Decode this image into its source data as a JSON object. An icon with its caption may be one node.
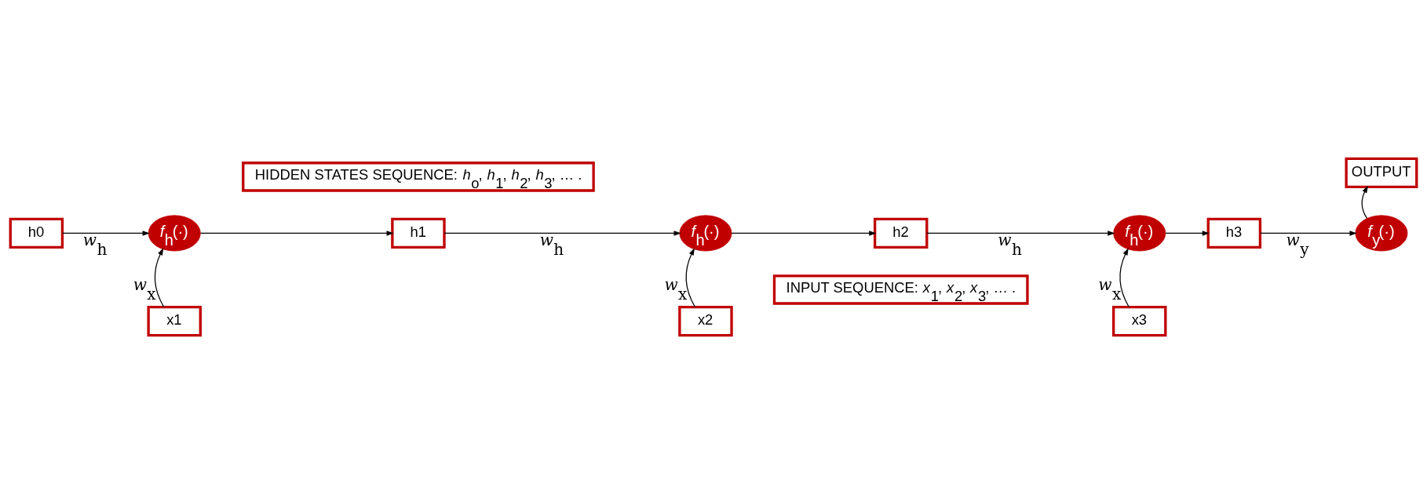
{
  "diagram": {
    "nodes": [
      {
        "text": [
          "HIDDEN STATES SEQUENCE: *h*$_{o}$, *h*$_{1}$, *h*$_{2}$, *h*$_{3}$, … ."
        ]
      },
      {
        "text": [
          "OUTPUT"
        ]
      },
      {
        "text": [
          "h0"
        ]
      },
      {
        "text": [
          "*f*$_{h}$(·)"
        ]
      },
      {
        "text": [
          "h1"
        ]
      },
      {
        "text": [
          "*f*$_{h}$(·)"
        ]
      },
      {
        "text": [
          "h2"
        ]
      },
      {
        "text": [
          "*f*$_{h}$(·)"
        ]
      },
      {
        "text": [
          "h3"
        ]
      },
      {
        "text": [
          "*f*$_{y}$(·)"
        ]
      },
      {
        "text": [
          "x1"
        ]
      },
      {
        "text": [
          "x2"
        ]
      },
      {
        "text": [
          "x3"
        ]
      },
      {
        "text": [
          "INPUT SEQUENCE: *x*$_{1}$, *x*$_{2}$, *x*$_{3}$, … ."
        ]
      }
    ],
    "edges": [
      {
        "from": 2,
        "to": 3,
        "arrow": "to",
        "label": "*w*$_{h}$"
      },
      {
        "from": 3,
        "to": 4,
        "arrow": "to"
      },
      {
        "from": 4,
        "to": 5,
        "arrow": "to",
        "label": "*w*$_{h}$"
      },
      {
        "from": 5,
        "to": 6,
        "arrow": "to"
      },
      {
        "from": 6,
        "to": 7,
        "arrow": "to",
        "label": "*w*$_{h}$"
      },
      {
        "from": 7,
        "to": 8,
        "arrow": "to"
      },
      {
        "from": 8,
        "to": 9,
        "arrow": "to",
        "label": "*w*$_{y}$"
      },
      {
        "from": 9,
        "to": 1,
        "arrow": "to"
      },
      {
        "from": 10,
        "to": 3,
        "arrow": "to",
        "label": "*w*$_{x}$"
      },
      {
        "from": 11,
        "to": 5,
        "arrow": "to",
        "label": "*w*$_{x}$"
      },
      {
        "from": 12,
        "to": 7,
        "arrow": "to",
        "label": "*w*$_{x}$"
      }
    ]
  }
}
